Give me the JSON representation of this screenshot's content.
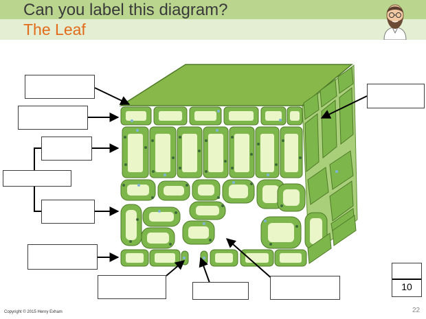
{
  "header": {
    "title": "Can you label this diagram?",
    "subtitle": "The Leaf",
    "avatar_icon": "cartoon-man-with-beard-and-glasses"
  },
  "score": {
    "value": "10"
  },
  "footer": {
    "copyright": "Copyright © 2015 Henry Exham",
    "page_number": "22"
  },
  "colors": {
    "header_band_top": "#b9d58e",
    "header_band_bottom": "#e3eed2",
    "subtitle": "#e26b1c",
    "leaf_cell": "#7db64a",
    "cell_interior": "#eaf6c8",
    "chloroplast": "#3f6b3a",
    "nucleus": "#7fb4d6",
    "cuticle": "#89b84a"
  }
}
